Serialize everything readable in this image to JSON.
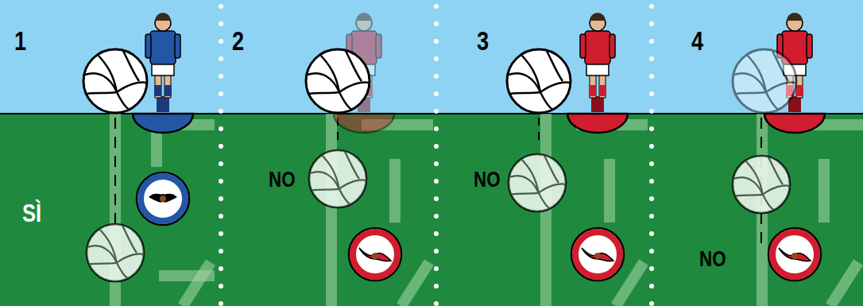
{
  "diagram": {
    "labels": [
      "1",
      "SÌ",
      "2",
      "NO",
      "3",
      "NO",
      "4",
      "NO"
    ]
  }
}
